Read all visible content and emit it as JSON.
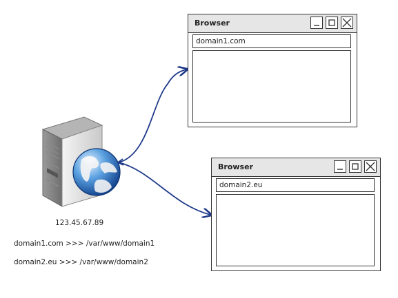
{
  "server": {
    "ip": "123.45.67.89",
    "mapping_1": "domain1.com >>> /var/www/domain1",
    "mapping_2": "domain2.eu >>> /var/www/domain2"
  },
  "browser_1": {
    "title": "Browser",
    "address": "domain1.com"
  },
  "browser_2": {
    "title": "Browser",
    "address": "domain2.eu"
  },
  "colors": {
    "arrow": "#1f3a8a",
    "window_frame": "#333333",
    "titlebar": "#e6e6e6"
  }
}
